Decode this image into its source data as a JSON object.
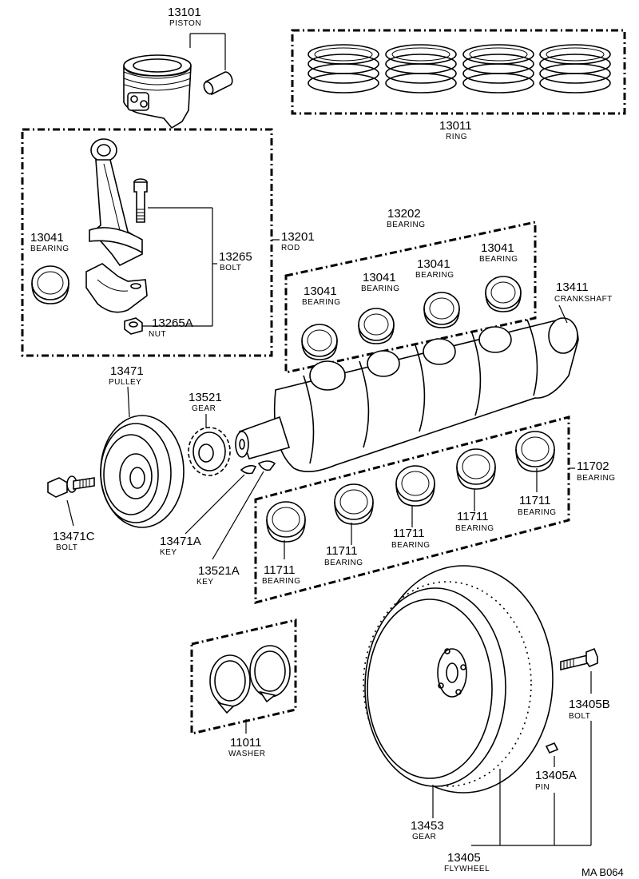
{
  "diagram_ref": "MA B064",
  "callouts": {
    "piston": {
      "no": "13101",
      "name": "PISTON"
    },
    "ring": {
      "no": "13011",
      "name": "RING"
    },
    "rod": {
      "no": "13201",
      "name": "ROD"
    },
    "rod_bearing": {
      "no": "13041",
      "name": "BEARING"
    },
    "rod_bolt": {
      "no": "13265",
      "name": "BOLT"
    },
    "rod_nut": {
      "no": "13265A",
      "name": "NUT"
    },
    "bearing_set": {
      "no": "13202",
      "name": "BEARING"
    },
    "b1": {
      "no": "13041",
      "name": "BEARING"
    },
    "b2": {
      "no": "13041",
      "name": "BEARING"
    },
    "b3": {
      "no": "13041",
      "name": "BEARING"
    },
    "b4": {
      "no": "13041",
      "name": "BEARING"
    },
    "crankshaft": {
      "no": "13411",
      "name": "CRANKSHAFT"
    },
    "pulley": {
      "no": "13471",
      "name": "PULLEY"
    },
    "gear": {
      "no": "13521",
      "name": "GEAR"
    },
    "pulley_bolt": {
      "no": "13471C",
      "name": "BOLT"
    },
    "key1": {
      "no": "13471A",
      "name": "KEY"
    },
    "key2": {
      "no": "13521A",
      "name": "KEY"
    },
    "main_set": {
      "no": "11702",
      "name": "BEARING"
    },
    "m1": {
      "no": "11711",
      "name": "BEARING"
    },
    "m2": {
      "no": "11711",
      "name": "BEARING"
    },
    "m3": {
      "no": "11711",
      "name": "BEARING"
    },
    "m4": {
      "no": "11711",
      "name": "BEARING"
    },
    "m5": {
      "no": "11711",
      "name": "BEARING"
    },
    "washer": {
      "no": "11011",
      "name": "WASHER"
    },
    "fw_bolt": {
      "no": "13405B",
      "name": "BOLT"
    },
    "fw_pin": {
      "no": "13405A",
      "name": "PIN"
    },
    "ring_gear": {
      "no": "13453",
      "name": "GEAR"
    },
    "flywheel": {
      "no": "13405",
      "name": "FLYWHEEL"
    }
  }
}
